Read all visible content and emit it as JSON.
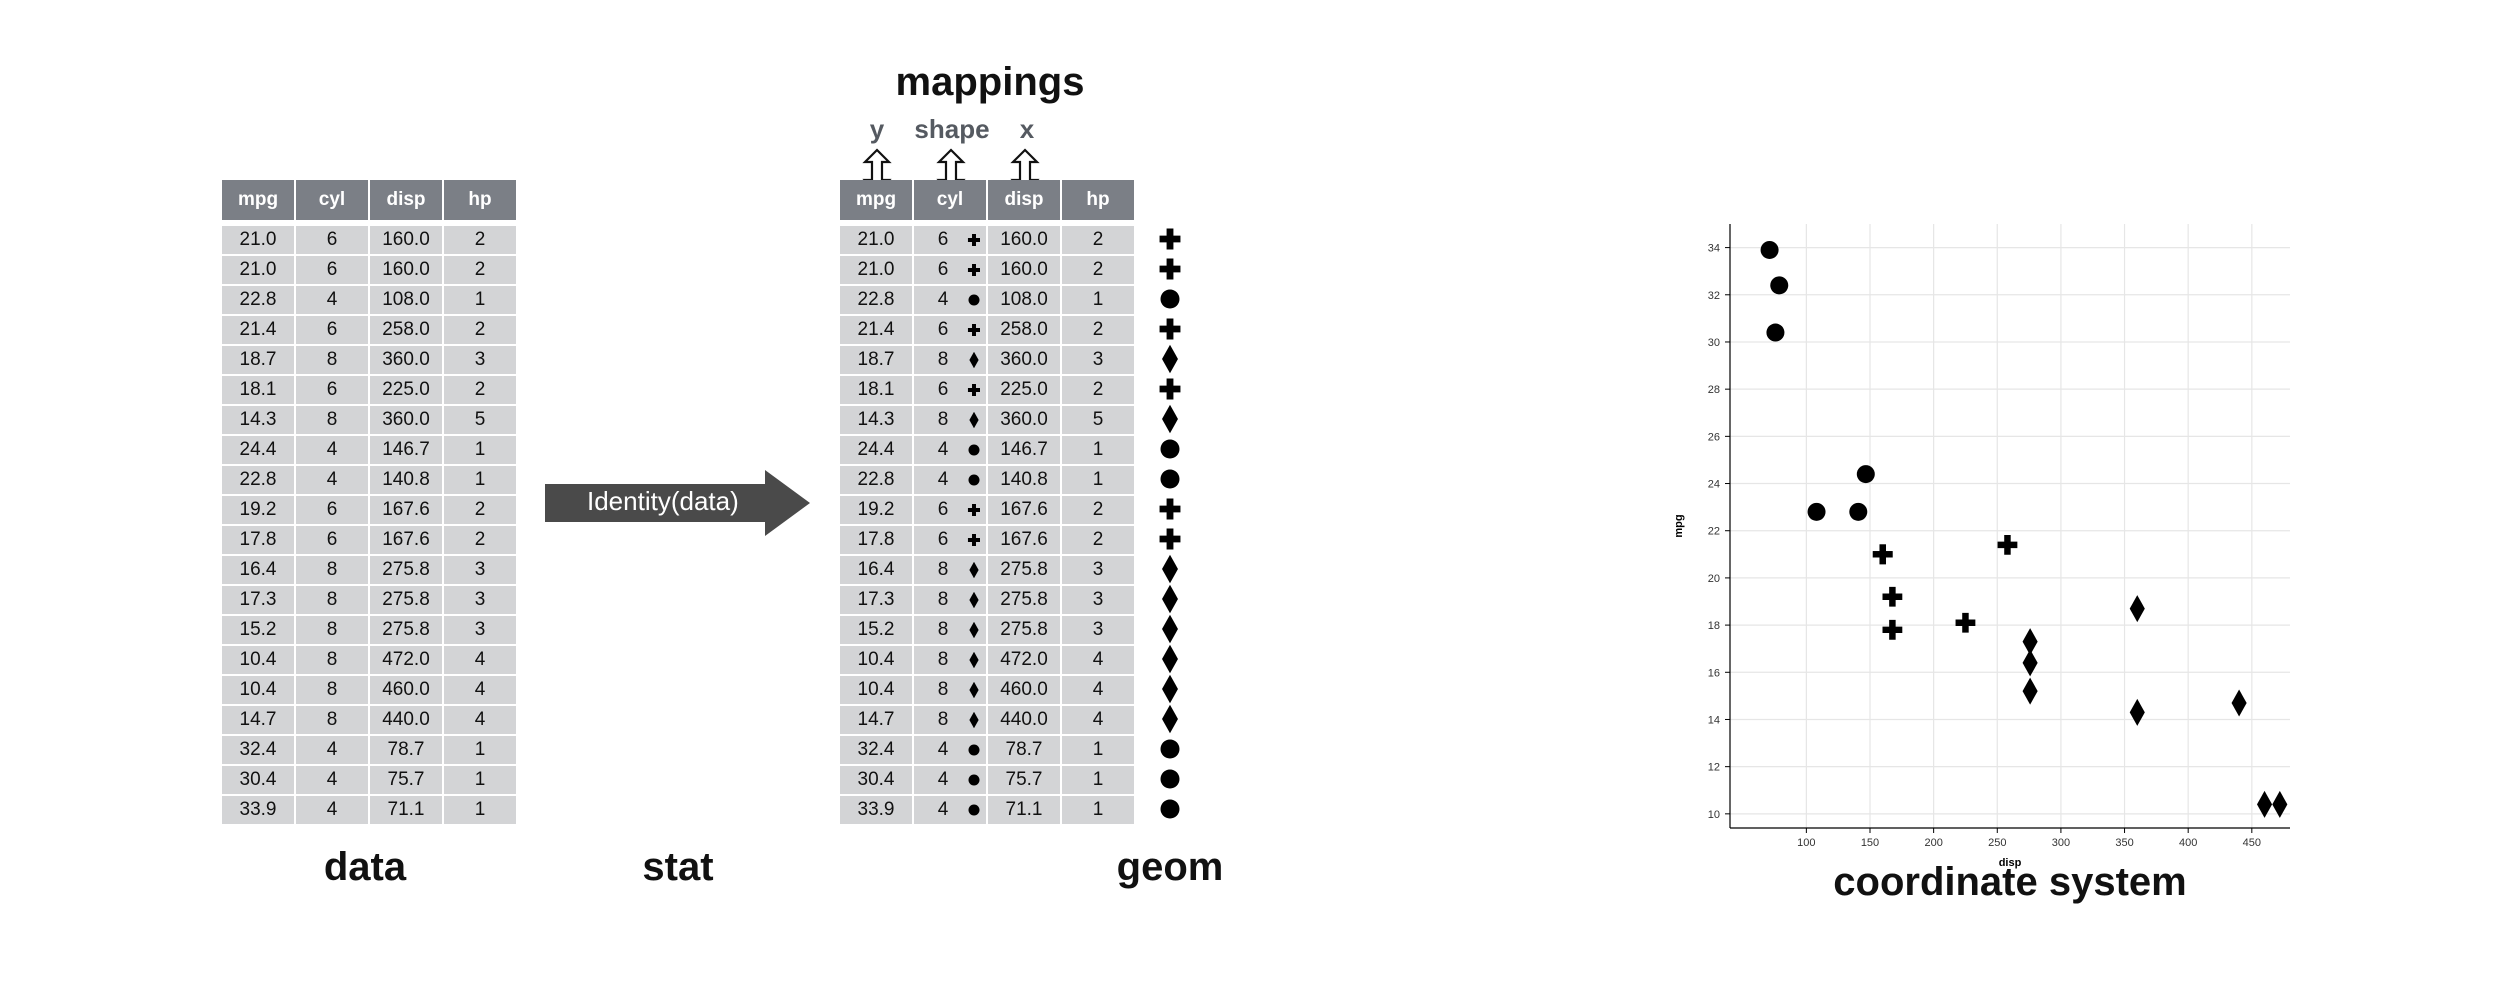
{
  "headers": [
    "mpg",
    "cyl",
    "disp",
    "hp"
  ],
  "rows": [
    [
      "21.0",
      "6",
      "160.0",
      "2"
    ],
    [
      "21.0",
      "6",
      "160.0",
      "2"
    ],
    [
      "22.8",
      "4",
      "108.0",
      "1"
    ],
    [
      "21.4",
      "6",
      "258.0",
      "2"
    ],
    [
      "18.7",
      "8",
      "360.0",
      "3"
    ],
    [
      "18.1",
      "6",
      "225.0",
      "2"
    ],
    [
      "14.3",
      "8",
      "360.0",
      "5"
    ],
    [
      "24.4",
      "4",
      "146.7",
      "1"
    ],
    [
      "22.8",
      "4",
      "140.8",
      "1"
    ],
    [
      "19.2",
      "6",
      "167.6",
      "2"
    ],
    [
      "17.8",
      "6",
      "167.6",
      "2"
    ],
    [
      "16.4",
      "8",
      "275.8",
      "3"
    ],
    [
      "17.3",
      "8",
      "275.8",
      "3"
    ],
    [
      "15.2",
      "8",
      "275.8",
      "3"
    ],
    [
      "10.4",
      "8",
      "472.0",
      "4"
    ],
    [
      "10.4",
      "8",
      "460.0",
      "4"
    ],
    [
      "14.7",
      "8",
      "440.0",
      "4"
    ],
    [
      "32.4",
      "4",
      "78.7",
      "1"
    ],
    [
      "30.4",
      "4",
      "75.7",
      "1"
    ],
    [
      "33.9",
      "4",
      "71.1",
      "1"
    ]
  ],
  "shape_by_cyl": {
    "4": "circle",
    "6": "cross",
    "8": "diamond"
  },
  "labels": {
    "data": "data",
    "stat": "stat",
    "geom": "geom",
    "mappings": "mappings",
    "coord": "coordinate system"
  },
  "mappings": [
    {
      "aes": "y",
      "column": "mpg"
    },
    {
      "aes": "shape",
      "column": "cyl"
    },
    {
      "aes": "x",
      "column": "disp"
    }
  ],
  "stat_arrow": {
    "text": "Identity(data)",
    "color": "#4a4a4a"
  },
  "chart_data": {
    "type": "scatter",
    "xlabel": "disp",
    "ylabel": "mpg",
    "xlim": [
      40,
      480
    ],
    "ylim": [
      9.4,
      35
    ],
    "xticks": [
      100,
      150,
      200,
      250,
      300,
      350,
      400,
      450
    ],
    "yticks": [
      10,
      12,
      14,
      16,
      18,
      20,
      22,
      24,
      26,
      28,
      30,
      32,
      34
    ],
    "grid": true,
    "points": [
      {
        "x": 160.0,
        "y": 21.0,
        "shape": "cross"
      },
      {
        "x": 160.0,
        "y": 21.0,
        "shape": "cross"
      },
      {
        "x": 108.0,
        "y": 22.8,
        "shape": "circle"
      },
      {
        "x": 258.0,
        "y": 21.4,
        "shape": "cross"
      },
      {
        "x": 360.0,
        "y": 18.7,
        "shape": "diamond"
      },
      {
        "x": 225.0,
        "y": 18.1,
        "shape": "cross"
      },
      {
        "x": 360.0,
        "y": 14.3,
        "shape": "diamond"
      },
      {
        "x": 146.7,
        "y": 24.4,
        "shape": "circle"
      },
      {
        "x": 140.8,
        "y": 22.8,
        "shape": "circle"
      },
      {
        "x": 167.6,
        "y": 19.2,
        "shape": "cross"
      },
      {
        "x": 167.6,
        "y": 17.8,
        "shape": "cross"
      },
      {
        "x": 275.8,
        "y": 16.4,
        "shape": "diamond"
      },
      {
        "x": 275.8,
        "y": 17.3,
        "shape": "diamond"
      },
      {
        "x": 275.8,
        "y": 15.2,
        "shape": "diamond"
      },
      {
        "x": 472.0,
        "y": 10.4,
        "shape": "diamond"
      },
      {
        "x": 460.0,
        "y": 10.4,
        "shape": "diamond"
      },
      {
        "x": 440.0,
        "y": 14.7,
        "shape": "diamond"
      },
      {
        "x": 78.7,
        "y": 32.4,
        "shape": "circle"
      },
      {
        "x": 75.7,
        "y": 30.4,
        "shape": "circle"
      },
      {
        "x": 71.1,
        "y": 33.9,
        "shape": "circle"
      }
    ]
  },
  "colors": {
    "header": "#7b7f86",
    "cell": "#d3d4d6",
    "mark": "#000000",
    "grid": "#e6e6e6"
  }
}
